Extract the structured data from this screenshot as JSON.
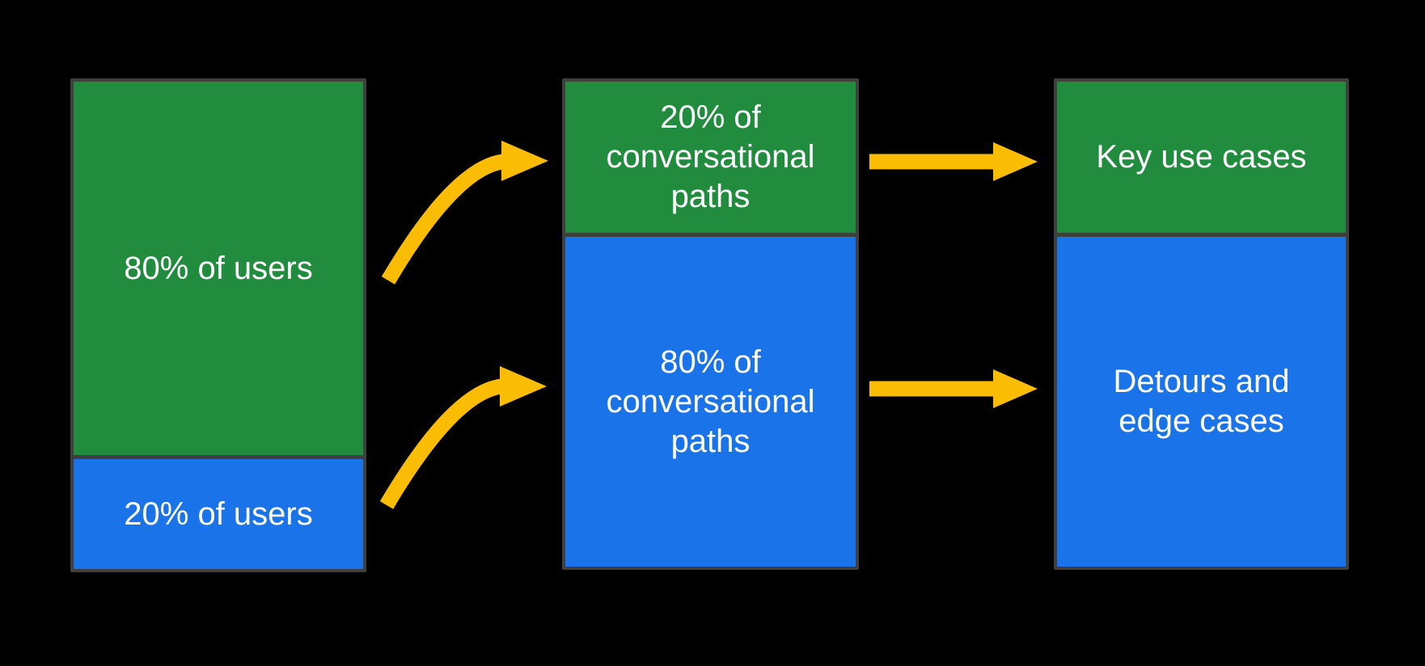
{
  "colors": {
    "background": "#000000",
    "green": "#218B3E",
    "blue": "#1A73E8",
    "yellow": "#FBBC04",
    "border": "#3F3F3F",
    "text": "#FFFFFF"
  },
  "diagram": {
    "columns": [
      {
        "name": "users",
        "segments": [
          {
            "color": "green",
            "lines": [
              "80% of users"
            ]
          },
          {
            "color": "blue",
            "lines": [
              "20% of users"
            ]
          }
        ]
      },
      {
        "name": "conversational-paths",
        "segments": [
          {
            "color": "green",
            "lines": [
              "20% of",
              "conversational",
              "paths"
            ]
          },
          {
            "color": "blue",
            "lines": [
              "80% of",
              "conversational",
              "paths"
            ]
          }
        ]
      },
      {
        "name": "outcomes",
        "segments": [
          {
            "color": "green",
            "lines": [
              "Key use cases"
            ]
          },
          {
            "color": "blue",
            "lines": [
              "Detours and",
              "edge cases"
            ]
          }
        ]
      }
    ],
    "arrows": [
      {
        "name": "curved-arrow-top",
        "style": "curved",
        "from": "80% of users",
        "to": "20% of conversational paths"
      },
      {
        "name": "curved-arrow-bottom",
        "style": "curved",
        "from": "20% of users",
        "to": "80% of conversational paths"
      },
      {
        "name": "straight-arrow-top",
        "style": "straight",
        "from": "20% of conversational paths",
        "to": "Key use cases"
      },
      {
        "name": "straight-arrow-bottom",
        "style": "straight",
        "from": "80% of conversational paths",
        "to": "Detours and edge cases"
      }
    ]
  }
}
